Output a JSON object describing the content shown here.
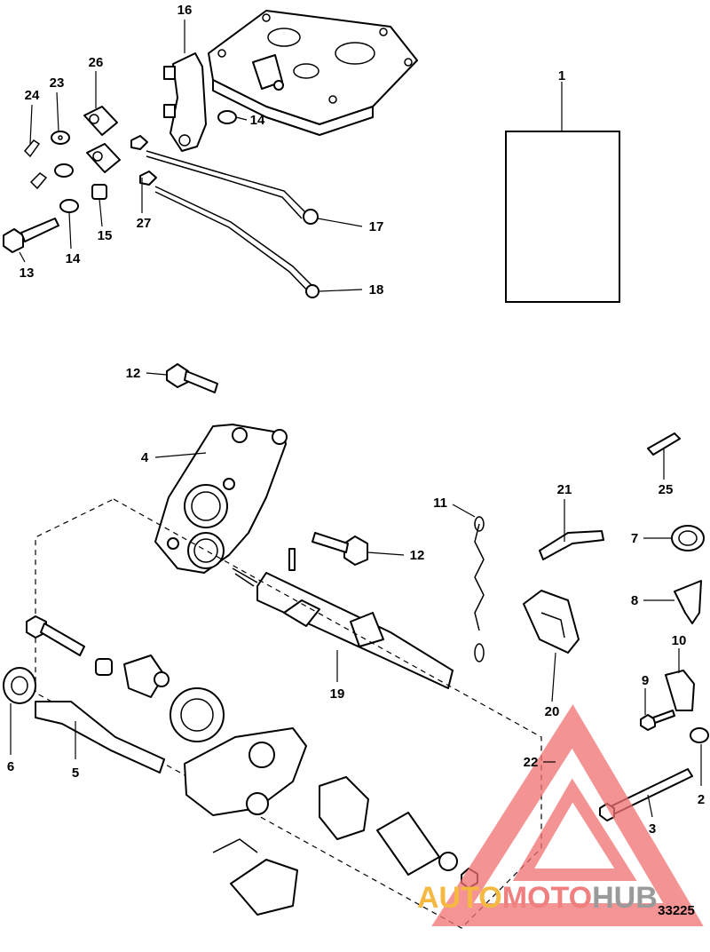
{
  "callouts": {
    "c1": "1",
    "c2": "2",
    "c3": "3",
    "c4": "4",
    "c5": "5",
    "c6": "6",
    "c7": "7",
    "c8": "8",
    "c9": "9",
    "c10": "10",
    "c11": "11",
    "c12a": "12",
    "c12b": "12",
    "c13": "13",
    "c14a": "14",
    "c14b": "14",
    "c15": "15",
    "c16": "16",
    "c17": "17",
    "c18": "18",
    "c19": "19",
    "c20": "20",
    "c21": "21",
    "c22": "22",
    "c23": "23",
    "c24": "24",
    "c25": "25",
    "c26": "26",
    "c27": "27"
  },
  "drawing_number": "33225",
  "watermark": {
    "text_a": "AUTO",
    "text_b": "MOTO",
    "text_c": "HUB",
    "color_a": "#f5b942",
    "color_b": "#f08080",
    "color_c": "#9a9a9a",
    "triangle_color": "#f07070"
  }
}
